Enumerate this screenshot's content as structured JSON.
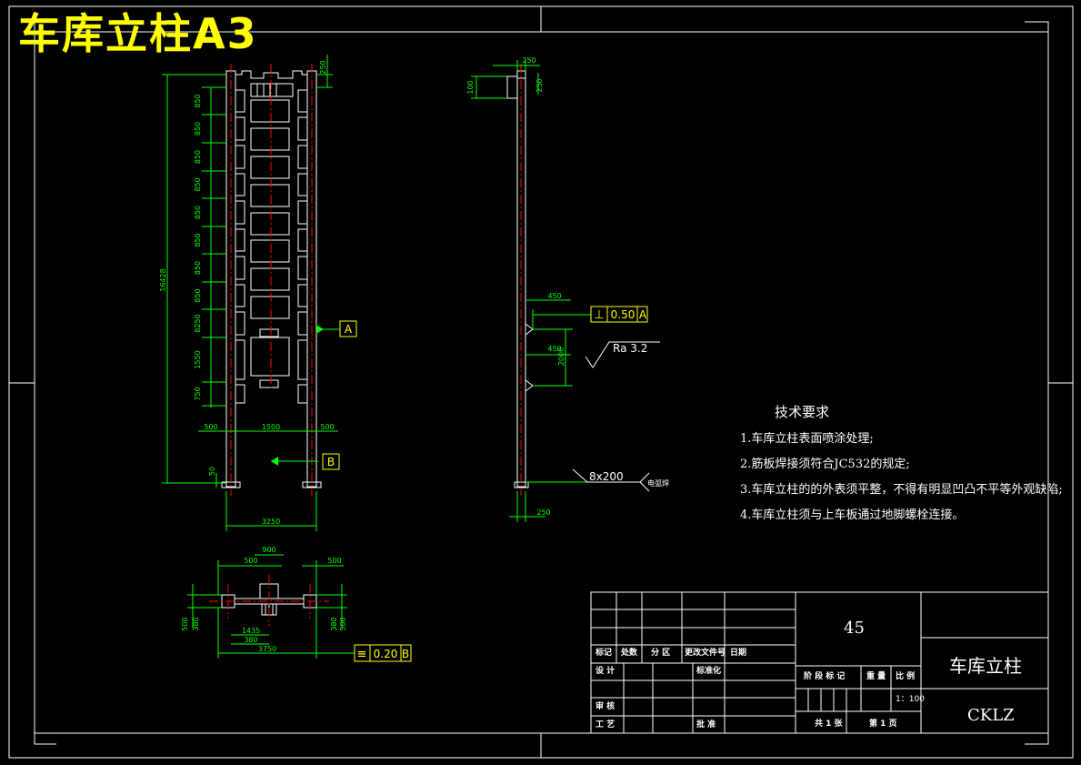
{
  "drawing_title": "车库立柱A3",
  "front_view": {
    "dims_left": [
      "850",
      "850",
      "850",
      "850",
      "850",
      "850",
      "850",
      "850",
      "8250",
      "1550",
      "750"
    ],
    "dim_total": "16428",
    "dim_top": "250",
    "dim_foot": "50",
    "dims_bottom": [
      "500",
      "1500",
      "500"
    ],
    "dim_overall": "3250",
    "datum_a": "A",
    "datum_b": "B"
  },
  "side_view": {
    "dim_top": "250",
    "dim_left": "100",
    "dim_right": "250",
    "dim_450_top": "450",
    "dim_450_mid": "450",
    "dim_2000": "2000",
    "perp_symbol": "⊥",
    "perp_value": "0.50",
    "perp_datum": "A",
    "roughness": "Ra 3.2",
    "weld": "8x200",
    "weld_note": "电弧焊",
    "dim_bottom": "250"
  },
  "plan_view": {
    "dim_900": "900",
    "dim_500_left": "500",
    "dim_500_right": "500",
    "dim_1435": "1435",
    "dim_380": "380",
    "dim_3750": "3750",
    "dims_left": [
      "500",
      "380"
    ],
    "dims_right": [
      "380",
      "500"
    ],
    "sym_symbol": "≡",
    "sym_value": "0.20",
    "sym_datum": "B"
  },
  "requirements": {
    "heading": "技术要求",
    "items": [
      "1.车库立柱表面喷涂处理;",
      "2.筋板焊接须符合JC532的规定;",
      "3.车库立柱的的外表须平整，不得有明显凹凸不平等外观缺陷;",
      "4.车库立柱须与上车板通过地脚螺栓连接。"
    ]
  },
  "title_block": {
    "material": "45",
    "part_name": "车库立柱",
    "code": "CKLZ",
    "rev_headers": [
      "标记",
      "处数",
      "分 区",
      "更改文件号",
      "日期"
    ],
    "design": "设 计",
    "standardize": "标准化",
    "review": "审 核",
    "process": "工 艺",
    "approve": "批 准",
    "stage_headers": [
      "阶 段 标 记",
      "重 量",
      "比 例"
    ],
    "scale": "1：100",
    "total_sheets": "共 1 张",
    "sheet_no": "第 1 页"
  },
  "colors": {
    "outline": "#ffffff",
    "dimension": "#00ff00",
    "centerline": "#ff0000",
    "annotation": "#ffff00",
    "background": "#000000"
  }
}
